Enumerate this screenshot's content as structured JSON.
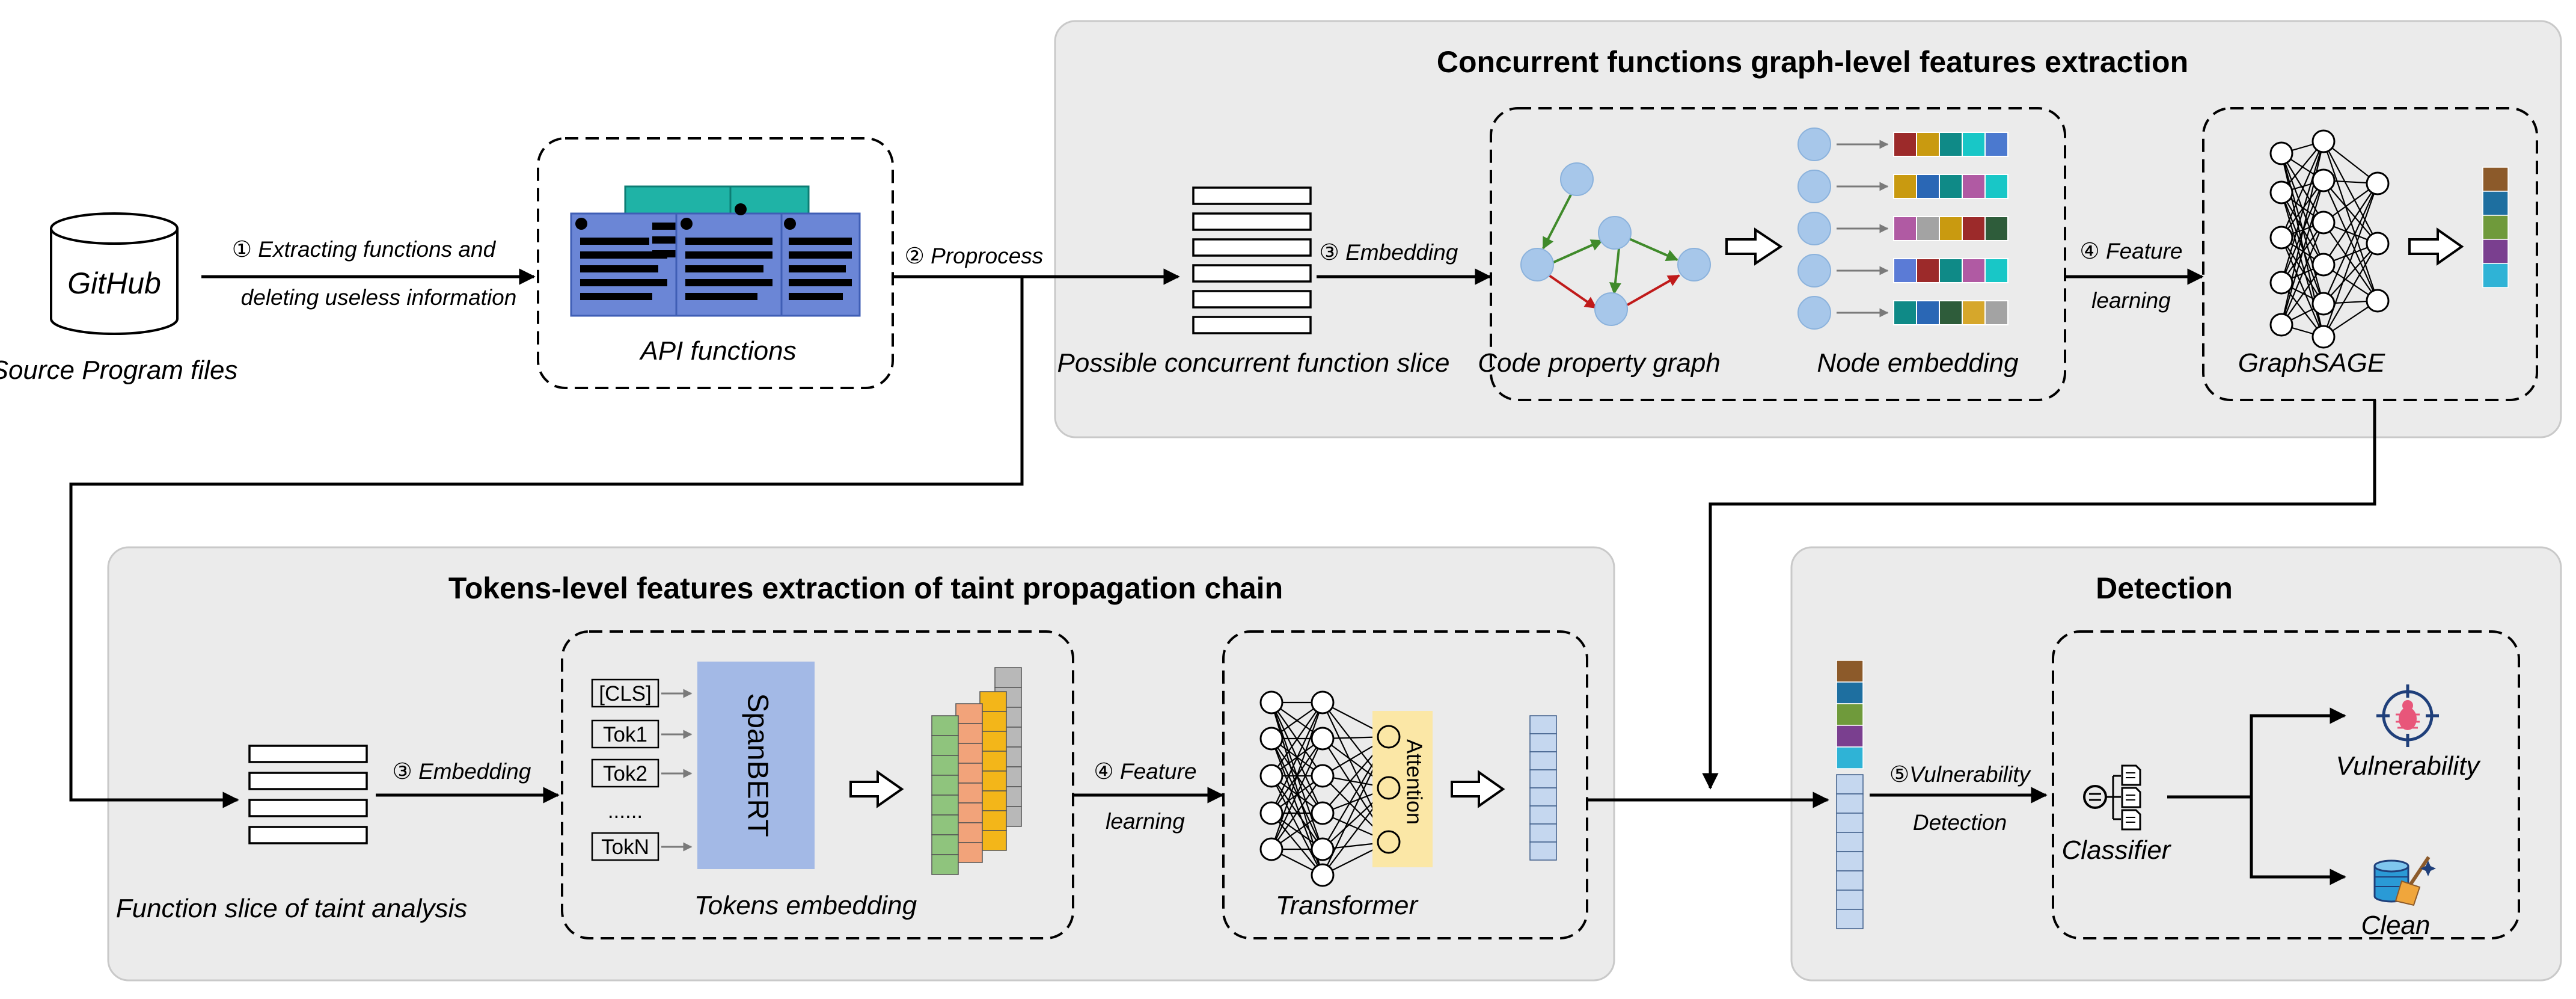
{
  "panels": {
    "graph_title": "Concurrent functions graph-level features extraction",
    "tokens_title": "Tokens-level features extraction of taint propagation chain",
    "detection_title": "Detection"
  },
  "source": {
    "db_label": "GitHub",
    "caption": "Source Program files"
  },
  "steps": {
    "s1_line1": "① Extracting functions and",
    "s1_line2": "deleting useless information",
    "s2": "② Proprocess",
    "s3_top": "③ Embedding",
    "s3_bottom": "③ Embedding",
    "s4_top_line1": "④ Feature",
    "s4_top_line2": "learning",
    "s4_bottom_line1": "④ Feature",
    "s4_bottom_line2": "learning",
    "s5_line1": "⑤Vulnerability",
    "s5_line2": "Detection"
  },
  "captions": {
    "api": "API functions",
    "slice_top": "Possible concurrent function slice",
    "cpg": "Code property graph",
    "node_emb": "Node embedding",
    "graphsage": "GraphSAGE",
    "slice_bottom": "Function slice of taint analysis",
    "tokens_emb": "Tokens embedding",
    "transformer": "Transformer",
    "classifier": "Classifier",
    "vulnerability": "Vulnerability",
    "clean": "Clean"
  },
  "tokens": [
    "[CLS]",
    "Tok1",
    "Tok2",
    "......",
    "TokN"
  ],
  "model_labels": {
    "spanbert": "SpanBERT",
    "attention": "Attention"
  },
  "icons": [
    "database-icon",
    "api-window-icon",
    "bug-target-icon",
    "database-broom-icon",
    "classifier-documents-icon"
  ],
  "colors": {
    "panel": "#ebebeb",
    "node": "#a7c7ea",
    "spanbert": "#a3b9e6",
    "attention": "#fbe7a6",
    "api_window": "#6b86d6",
    "api_teal": "#1fb3a6",
    "graph_edge_green": "#3f8a2a",
    "graph_edge_red": "#c01a1a",
    "emb_rows": [
      [
        "#9c2a2a",
        "#c99a10",
        "#0f8a87",
        "#18c7c7",
        "#4b79cf"
      ],
      [
        "#c99a10",
        "#2a67b5",
        "#0f8a87",
        "#b05aa3",
        "#18c7c7"
      ],
      [
        "#b05aa3",
        "#a3a3a3",
        "#c99a10",
        "#9c2a2a",
        "#2e5c3a"
      ],
      [
        "#5b7bd6",
        "#9c2a2a",
        "#0f8a87",
        "#b05aa3",
        "#18c7c7"
      ],
      [
        "#0f8a87",
        "#2a67b5",
        "#2e5c3a",
        "#d6a72b",
        "#a3a3a3"
      ]
    ],
    "feature_vector": [
      "#8c5a2a",
      "#1e6fa0",
      "#6f9a3b",
      "#7a3f8f",
      "#2fb3d6"
    ],
    "stack_layers": [
      "#8fc47d",
      "#f2a37a",
      "#f3b619",
      "#b8b8b8"
    ]
  }
}
